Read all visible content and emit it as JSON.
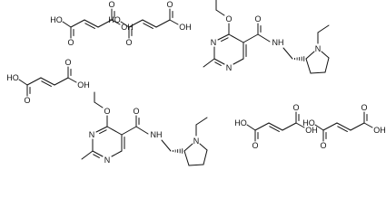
{
  "diagram": {
    "components": [
      {
        "name": "fumaric-acid",
        "copies": 5,
        "atom_labels": {
          "left_acid": "HO",
          "carbonyl": "O",
          "right_acid": "OH"
        }
      },
      {
        "name": "ethoxy-methyl-pyrimidine-carboxamide",
        "copies": 2,
        "atom_labels": {
          "ether_oxygen": "O",
          "amide_oxygen": "O",
          "amide_nitrogen": "NH",
          "ring_nitrogen": "N",
          "pyrrolidine_nitrogen": "N"
        }
      }
    ]
  },
  "colors": {
    "ink": "#111111",
    "background": "#ffffff"
  }
}
